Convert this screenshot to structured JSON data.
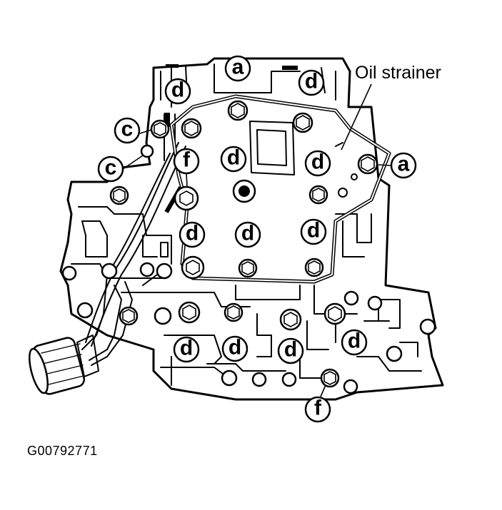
{
  "labels": {
    "oil_strainer": "Oil strainer"
  },
  "callouts": {
    "a": "a",
    "c": "c",
    "d": "d",
    "f": "f"
  },
  "figure_id": "G00792771"
}
